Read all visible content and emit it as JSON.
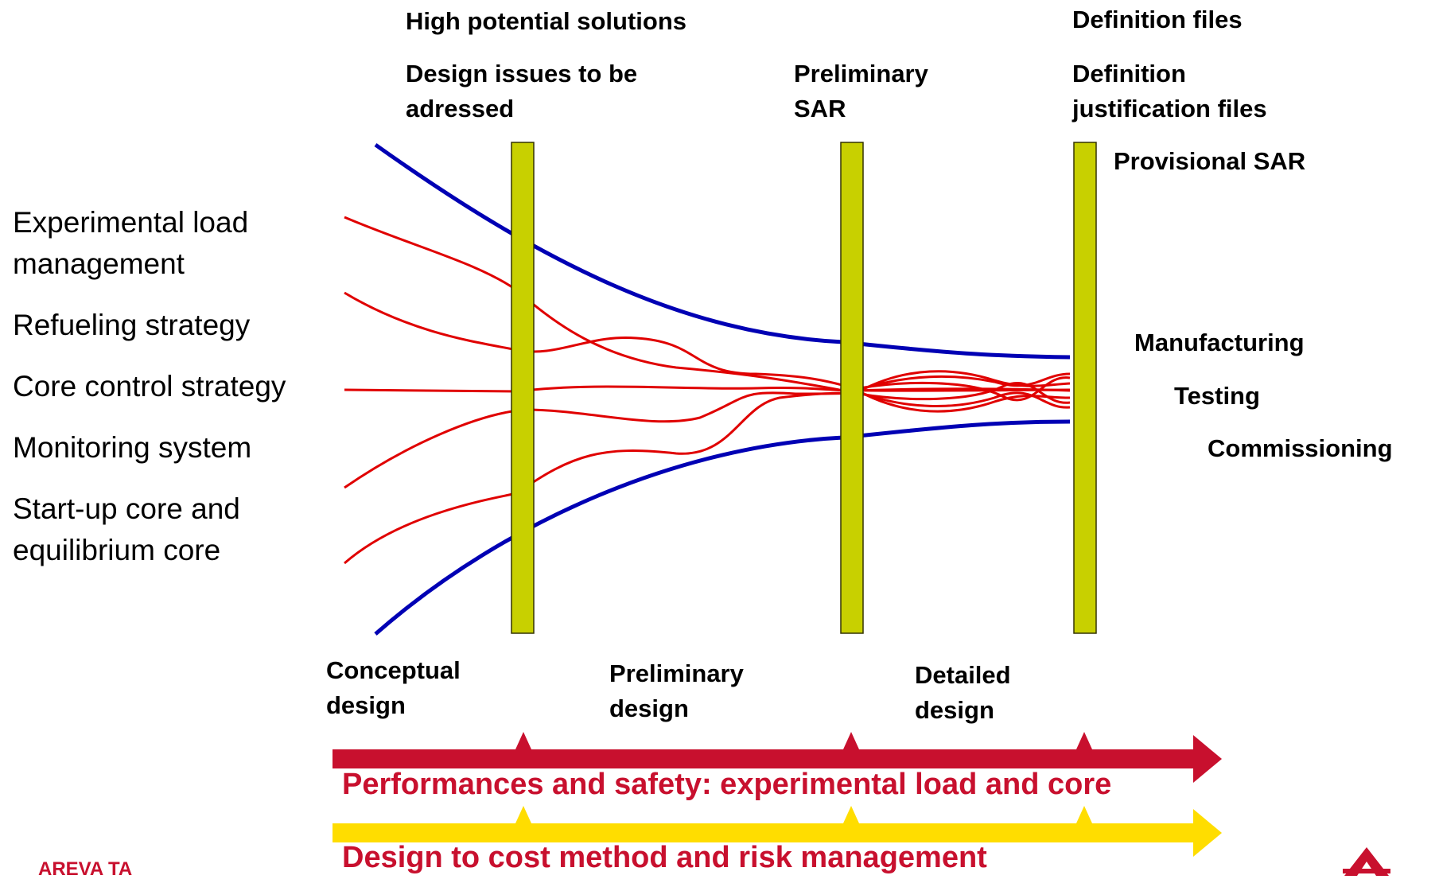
{
  "milestones": {
    "high_potential": "High potential solutions",
    "design_issues_1": "Design issues to be",
    "design_issues_2": "adressed",
    "preliminary_sar_1": "Preliminary",
    "preliminary_sar_2": "SAR",
    "definition_files": "Definition files",
    "definition_just_1": "Definition",
    "definition_just_2": "justification files",
    "provisional_sar": "Provisional SAR"
  },
  "inputs": {
    "experimental_1": "Experimental load",
    "experimental_2": "management",
    "refueling": "Refueling strategy",
    "core_control": "Core control strategy",
    "monitoring": "Monitoring system",
    "startup_1": "Start-up core and",
    "startup_2": "equilibrium core"
  },
  "outputs": {
    "manufacturing": "Manufacturing",
    "testing": "Testing",
    "commissioning": "Commissioning"
  },
  "phases": {
    "conceptual_1": "Conceptual",
    "conceptual_2": "design",
    "preliminary_1": "Preliminary",
    "preliminary_2": "design",
    "detailed_1": "Detailed",
    "detailed_2": "design"
  },
  "arrows": {
    "performance": "Performances and safety: experimental load and core",
    "cost": "Design to cost method and risk management"
  },
  "footer": {
    "company": "AREVA TA"
  },
  "colors": {
    "funnel": "#0000b4",
    "paths": "#e00000",
    "gates": "#c8d000",
    "arrow_red": "#c8102e",
    "arrow_yellow": "#ffdd00"
  }
}
